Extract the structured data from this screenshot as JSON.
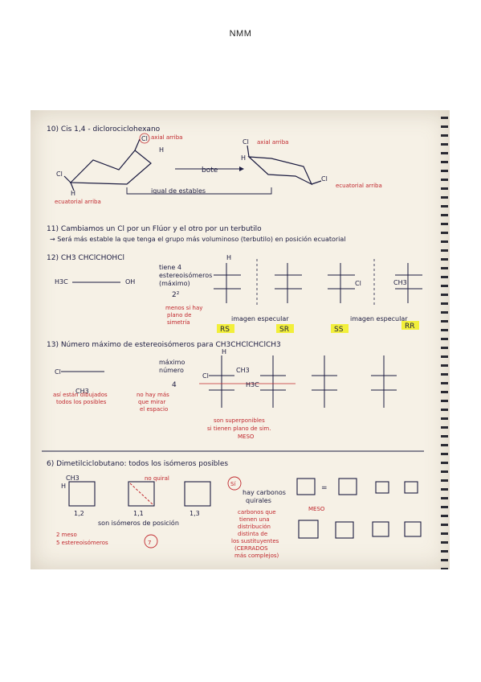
{
  "header": {
    "title": "NMM"
  },
  "q10": {
    "title": "10) Cis 1,4 - diclorociclohexano",
    "axial_up": "axial arriba",
    "ecuatorial_arriba": "ecuatorial arriba",
    "bote": "bote",
    "cl_axial_arriba": "axial arriba",
    "ecuatorial_arriba_right": "ecuatorial arriba",
    "igual": "igual de estables",
    "atom_cl": "Cl",
    "atom_h": "H"
  },
  "q11": {
    "title": "11) Cambiamos un Cl por un Flúor y el otro por un terbutilo",
    "line2": "→ Será más estable la que tenga el grupo más voluminoso (terbutilo) en posición ecuatorial"
  },
  "q12": {
    "title": "12) CH3 CHClCHOHCl",
    "formula_left": "H3C",
    "oh": "OH",
    "tiene": "tiene 4",
    "estereo": "estereoisómeros",
    "maximo": "(máximo)",
    "pow": "2²",
    "menos": "menos si hay",
    "plano": "plano de",
    "simetria": "simetría",
    "imagen1": "imagen especular",
    "imagen2": "imagen especular",
    "rs": "RS",
    "sr": "SR",
    "ss": "SS",
    "rr": "RR",
    "ch3": "CH3",
    "atom_cl": "Cl",
    "atom_h": "H"
  },
  "q13": {
    "title": "13) Número máximo de estereoisómeros para CH3CHClCHClCH3",
    "maximo": "máximo",
    "numero": "número",
    "four": "4",
    "note1": "así están dibujados",
    "note2": "todos los posibles",
    "note3": "no hay más",
    "note4": "que mirar",
    "note5": "el espacio",
    "super1": "son superponibles",
    "super2": "si tienen plano de sim.",
    "meso": "MESO",
    "ch3": "CH3",
    "h3c": "H3C",
    "atom_cl": "Cl",
    "atom_h": "H"
  },
  "q6": {
    "title": "6) Dimetilciclobutano: todos los isómeros posibles",
    "lab12": "1,2",
    "lab11": "1,1",
    "lab13": "1,3",
    "quiral": "no quiral",
    "posicion": "son isómeros de posición",
    "si": "Sí",
    "hay": "hay carbonos",
    "quirales": "quirales",
    "meso": "MESO",
    "notes": [
      "carbonos que",
      "tienen una",
      "distribución",
      "distinta de",
      "los sustituyentes",
      "(CERRADOS",
      "más complejos)"
    ],
    "dos_meso": "2 meso",
    "cinco": "5 estereoisómeros",
    "seven": "7",
    "ch3": "CH3",
    "atom_h": "H"
  }
}
